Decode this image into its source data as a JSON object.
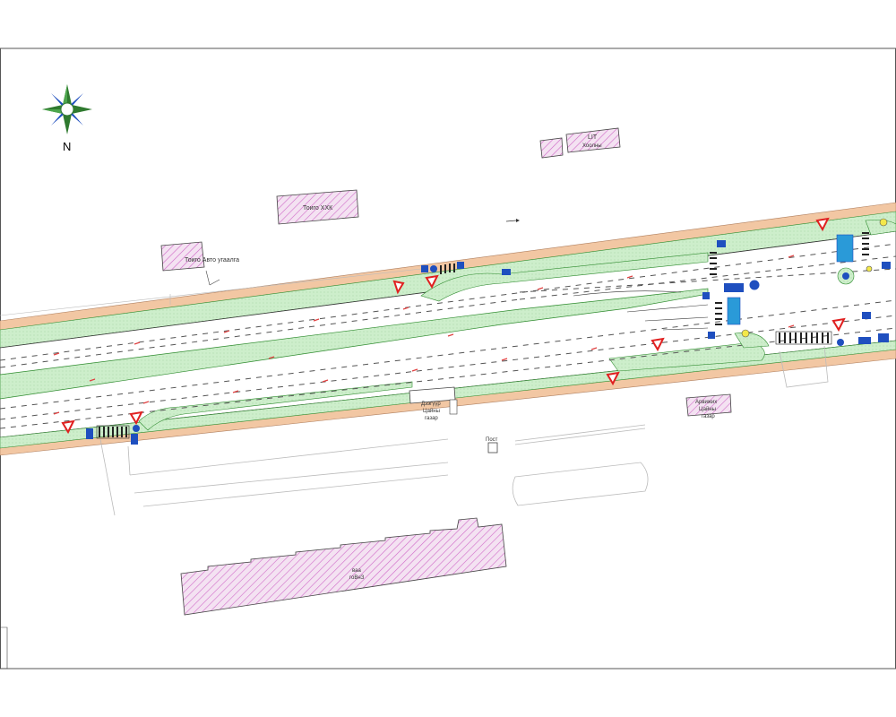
{
  "map": {
    "north_label": "N",
    "colors": {
      "sidewalk": "#f2c7a3",
      "green_area": "#cdeecb",
      "green_edge": "#2e8b2e",
      "road_surface": "#ffffff",
      "lane_marking": "#555555",
      "building_fill": "#f4e2f2",
      "building_hatch": "#d06ac8",
      "building_outline": "#444444",
      "crosswalk": "#222222",
      "sign_red": "#e02020",
      "sign_blue": "#1f4fbf",
      "sign_yellow": "#f3e84a",
      "marking_red": "#e04040",
      "outline": "#333333"
    },
    "buildings": [
      {
        "label": "Тоиго ХХК"
      },
      {
        "label": "Тоиго Авто угаалга"
      },
      {
        "label": "LIT"
      },
      {
        "label": "Хоолны"
      },
      {
        "label": "Дээгүүр"
      },
      {
        "label": "Цайны"
      },
      {
        "label": "газар"
      },
      {
        "label": "Арвижих"
      },
      {
        "label": "Цайны"
      },
      {
        "label": "газар"
      },
      {
        "label": "Пост"
      },
      {
        "label": "ваа"
      },
      {
        "label": "гоВнЗ"
      }
    ],
    "signs": [
      {
        "type": "yield-triangle"
      },
      {
        "type": "blue-info"
      },
      {
        "type": "pedestrian-crossing"
      },
      {
        "type": "roundabout"
      },
      {
        "type": "traffic-light"
      }
    ]
  }
}
